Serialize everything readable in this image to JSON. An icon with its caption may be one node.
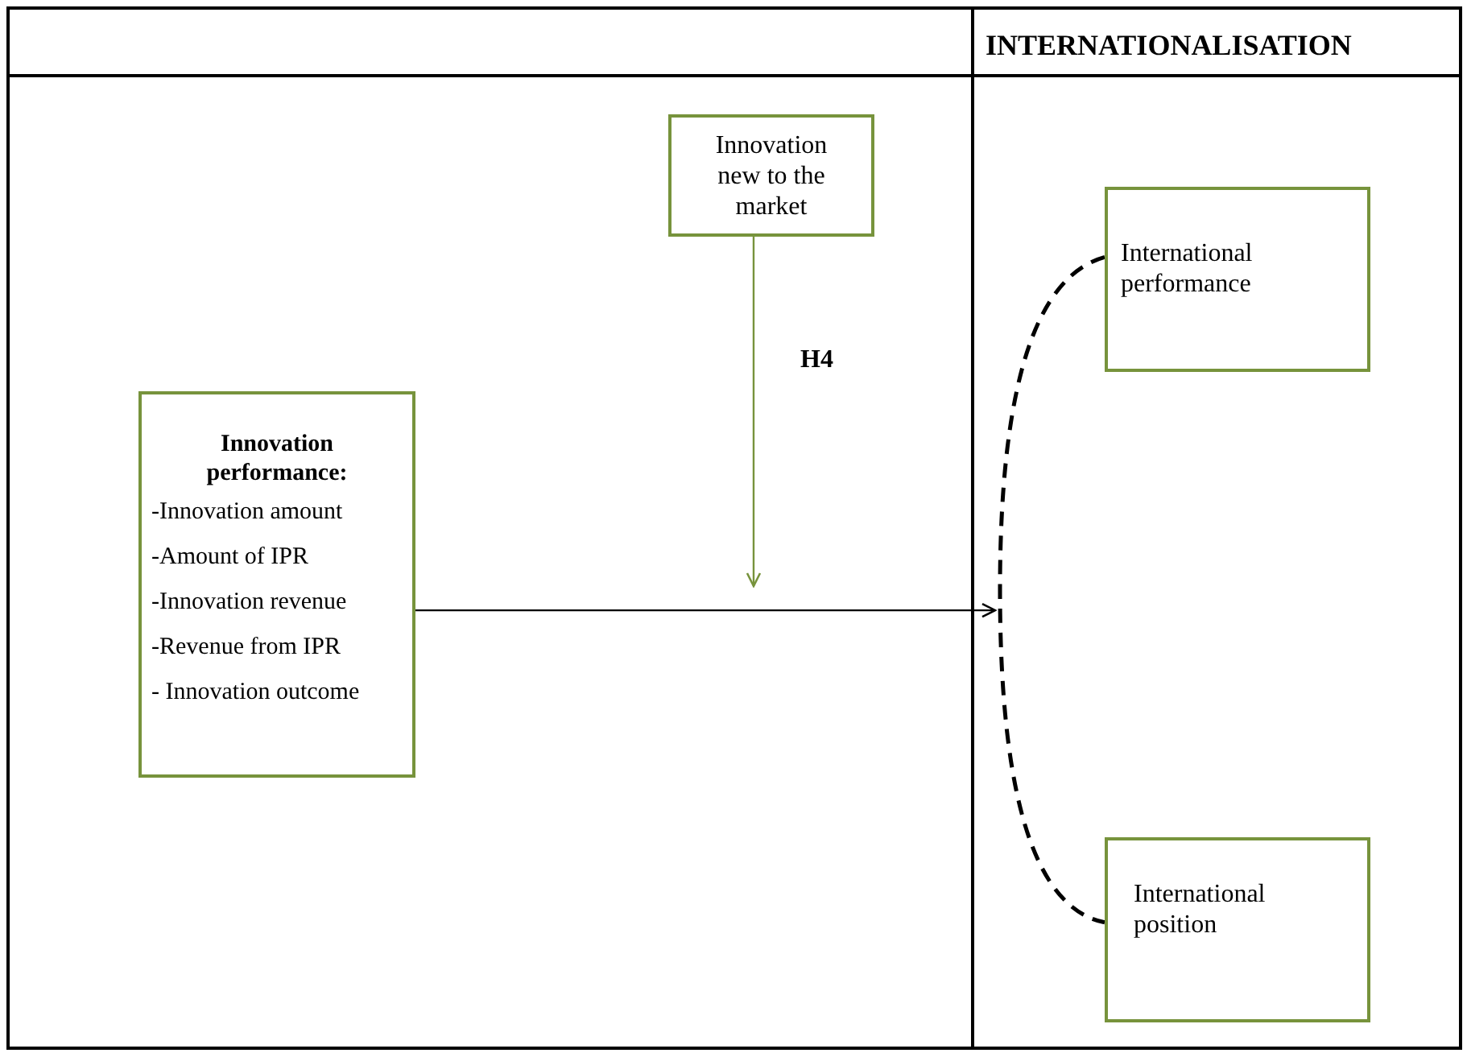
{
  "diagram": {
    "nodes": [
      {
        "text": [
          "Innovation new to the market"
        ]
      },
      {
        "text": [
          "Innovation performance:",
          "-Innovation amount",
          "-Amount of IPR",
          "-Innovation revenue",
          "-Revenue from IPR",
          "- Innovation outcome"
        ]
      },
      {
        "text": [
          "International performance"
        ]
      },
      {
        "text": [
          "International position"
        ]
      }
    ],
    "edges": [
      {
        "from": 1,
        "to": null,
        "arrow": "to"
      },
      {
        "from": 0,
        "to": null,
        "arrow": "to",
        "label": "H4",
        "color": "#77933c"
      },
      {
        "from": 2,
        "to": 3,
        "arrow": "none",
        "style": "dashed"
      }
    ],
    "labels": [
      "INTERNATIONALISATION"
    ]
  }
}
